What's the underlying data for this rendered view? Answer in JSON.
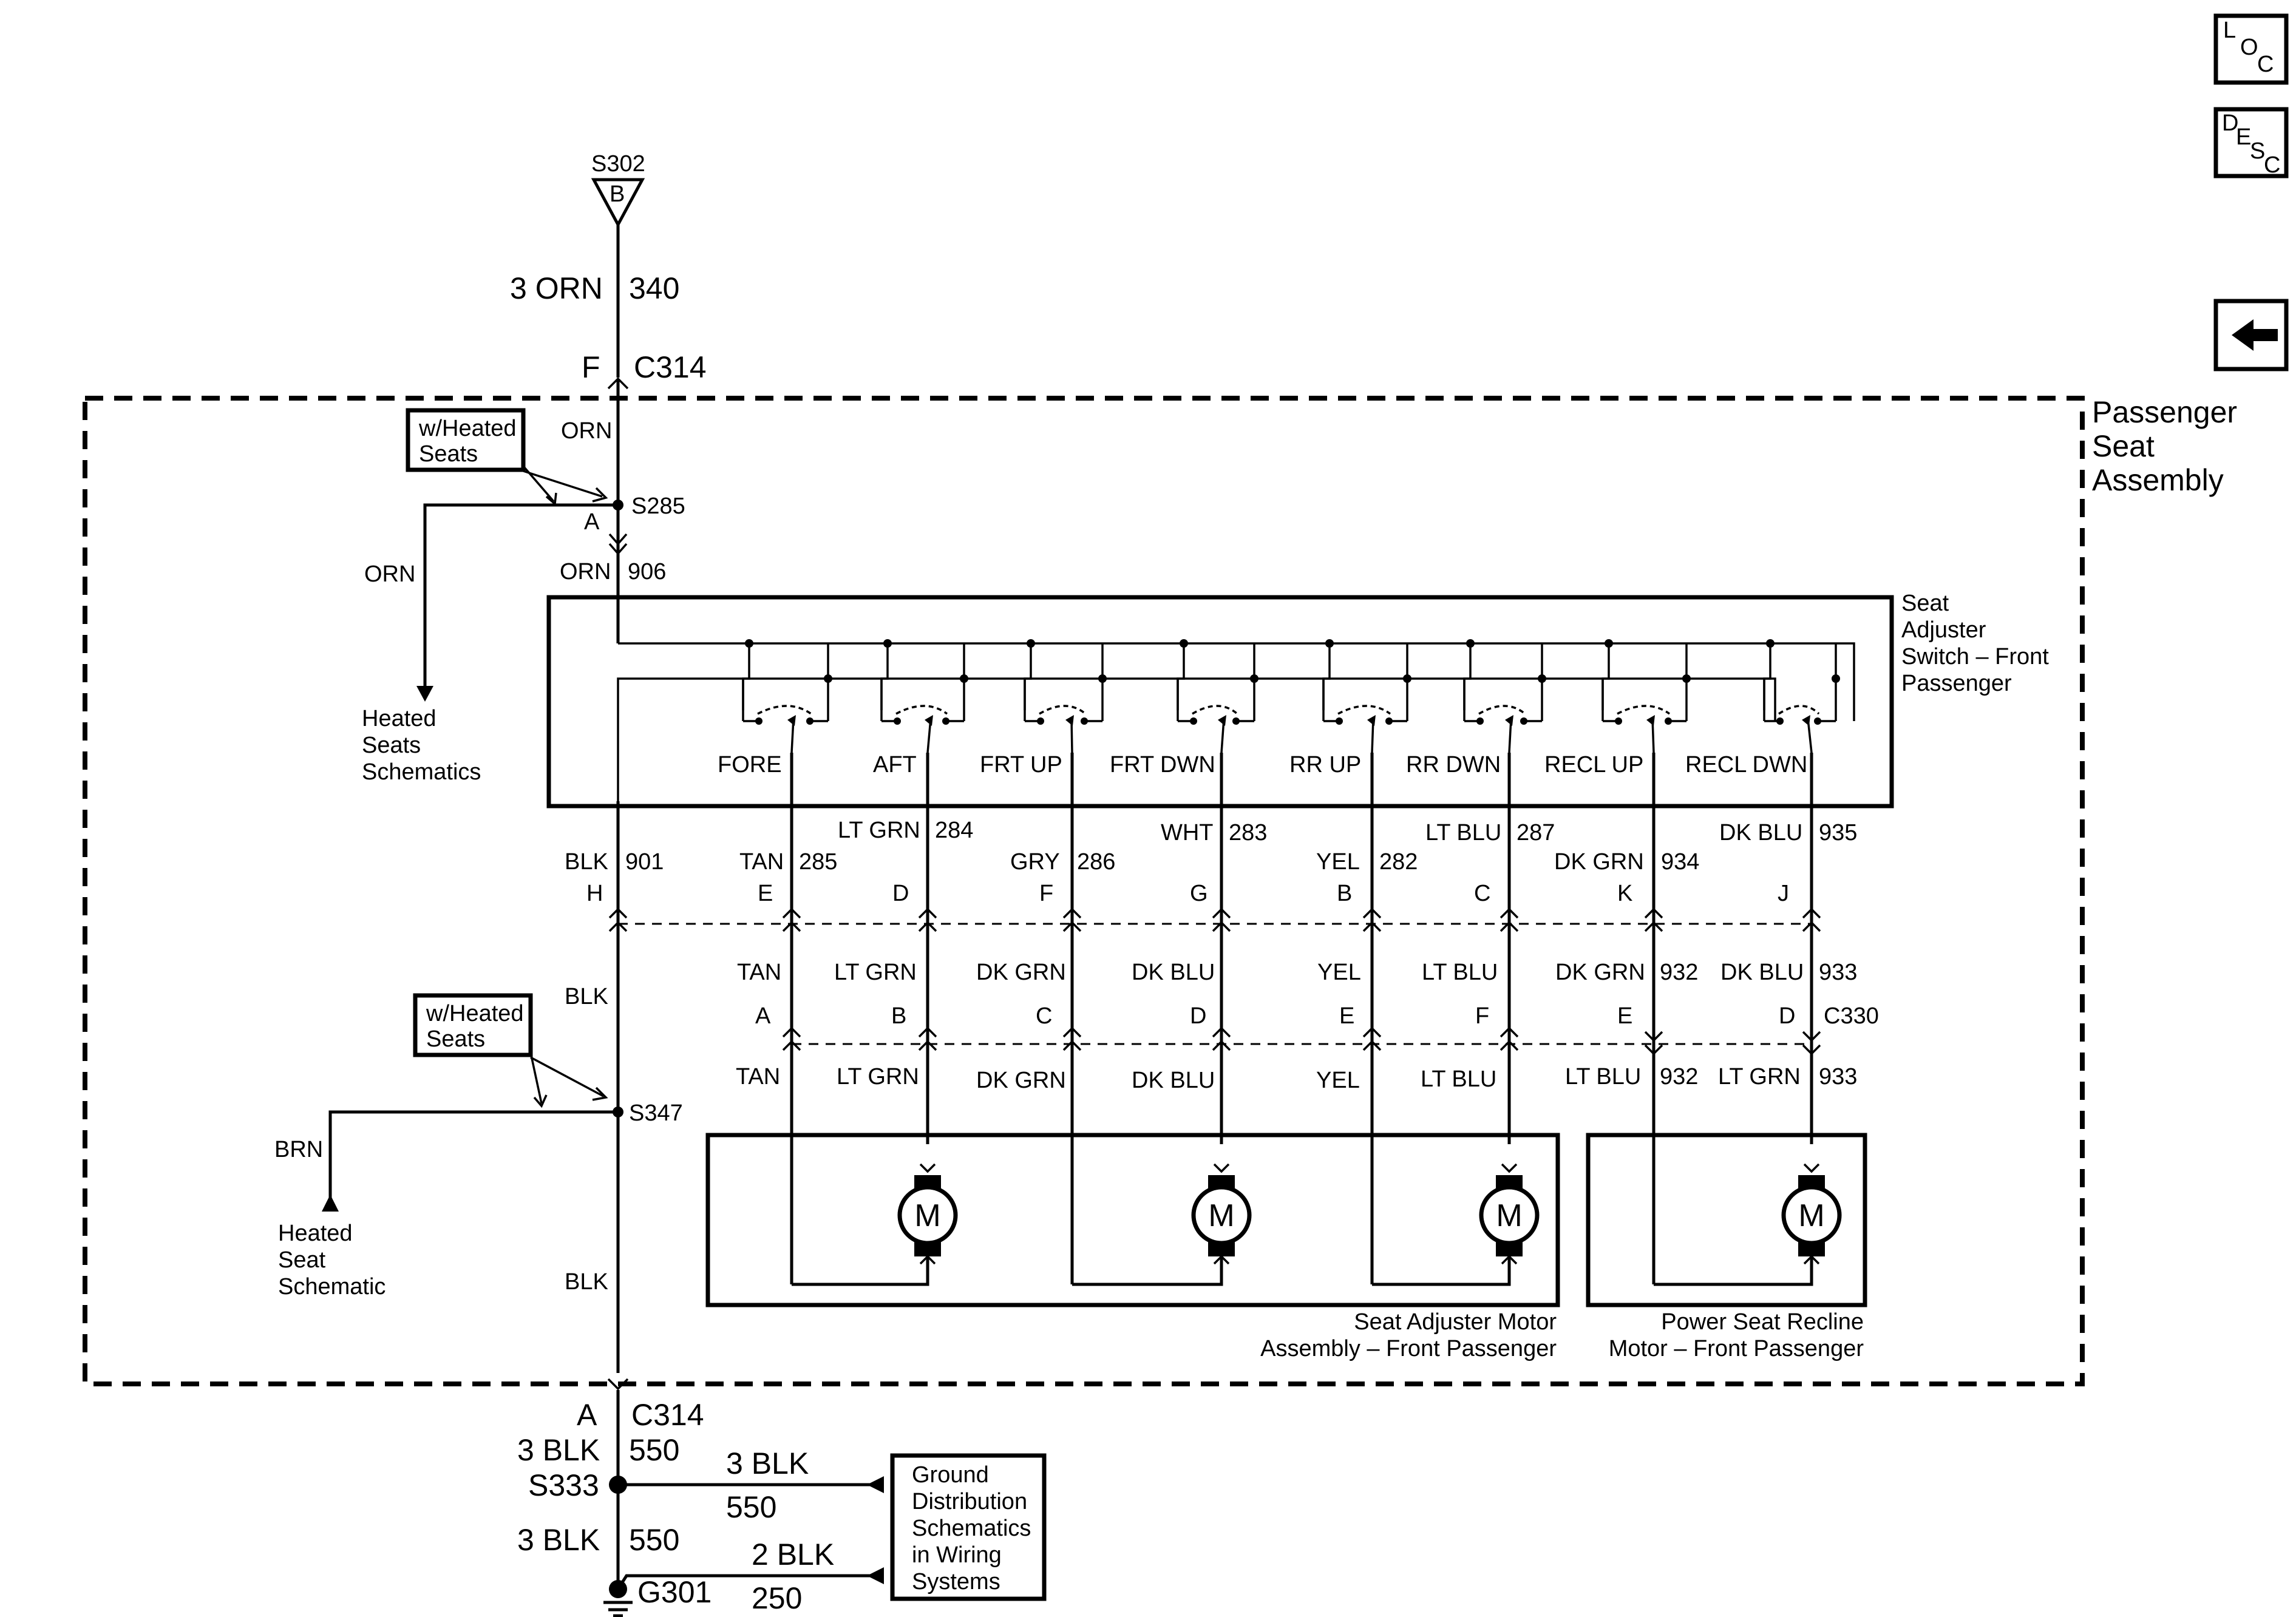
{
  "nav": {
    "loc": {
      "l": "L",
      "o": "O",
      "c": "C"
    },
    "desc": {
      "d": "D",
      "e": "E",
      "s": "S",
      "c": "C"
    },
    "back_icon": "left-arrow-icon"
  },
  "top": {
    "splice": "S302",
    "splice_pin": "B",
    "wire_size_color": "3 ORN",
    "circuit": "340",
    "conn_pin": "F",
    "connector": "C314"
  },
  "assembly_label": [
    "Passenger",
    "Seat",
    "Assembly"
  ],
  "heated_top": {
    "option": [
      "w/Heated",
      "Seats"
    ],
    "wire_color": "ORN",
    "branch_color": "ORN",
    "splice_pin": "A",
    "splice": "S285",
    "below_color": "ORN",
    "below_circuit": "906",
    "target": [
      "Heated",
      "Seats",
      "Schematics"
    ]
  },
  "switch": {
    "title": [
      "Seat",
      "Adjuster",
      "Switch – Front",
      "Passenger"
    ],
    "labels": [
      "FORE",
      "AFT",
      "FRT UP",
      "FRT DWN",
      "RR UP",
      "RR DWN",
      "RECL UP",
      "RECL DWN"
    ]
  },
  "wires_upper": {
    "blk_color": "BLK",
    "blk_circuit": "901",
    "blk_pin": "H",
    "tan_color": "TAN",
    "tan_circuit": "285",
    "tan_pin": "E",
    "ltgrn_color": "LT GRN",
    "ltgrn_circuit": "284",
    "ltgrn_pin": "D",
    "gry_color": "GRY",
    "gry_circuit": "286",
    "gry_pin": "F",
    "wht_color": "WHT",
    "wht_circuit": "283",
    "wht_pin": "G",
    "yel_color": "YEL",
    "yel_circuit": "282",
    "yel_pin": "B",
    "ltblu_color": "LT BLU",
    "ltblu_circuit": "287",
    "ltblu_pin": "C",
    "dkgrn_color": "DK GRN",
    "dkgrn_circuit": "934",
    "dkgrn_pin": "K",
    "dkblu_color": "DK BLU",
    "dkblu_circuit": "935",
    "dkblu_pin": "J"
  },
  "wires_mid": {
    "blk": "BLK",
    "tan": "TAN",
    "tan_pin": "A",
    "ltgrn": "LT GRN",
    "ltgrn_pin": "B",
    "dkgrn": "DK GRN",
    "dkgrn_pin": "C",
    "dkblu": "DK BLU",
    "dkblu_pin": "D",
    "yel": "YEL",
    "yel_pin": "E",
    "ltblu": "LT BLU",
    "ltblu_pin": "F",
    "dkgrn2": "DK GRN",
    "dkgrn2_circuit": "932",
    "dkgrn2_pin": "E",
    "dkblu2": "DK BLU",
    "dkblu2_circuit": "933",
    "dkblu2_pin": "D",
    "connector": "C330"
  },
  "wires_lower": {
    "tan": "TAN",
    "ltgrn": "LT GRN",
    "dkgrn": "DK GRN",
    "dkblu": "DK BLU",
    "yel": "YEL",
    "ltblu": "LT BLU",
    "r_ltblu": "LT BLU",
    "r_ltblu_circuit": "932",
    "r_ltgrn": "LT GRN",
    "r_ltgrn_circuit": "933"
  },
  "heated_bottom": {
    "option": [
      "w/Heated",
      "Seats"
    ],
    "splice": "S347",
    "wire_color": "BRN",
    "target": [
      "Heated",
      "Seat",
      "Schematic"
    ],
    "blk_lower": "BLK"
  },
  "motors": {
    "symbol": "M",
    "adjuster_label": [
      "Seat Adjuster Motor",
      "Assembly – Front Passenger"
    ],
    "recline_label": [
      "Power Seat Recline",
      "Motor – Front Passenger"
    ]
  },
  "bottom": {
    "conn_pin": "A",
    "connector": "C314",
    "wire1": "3 BLK",
    "circuit1": "550",
    "splice": "S333",
    "branch_wire": "3 BLK",
    "branch_circuit": "550",
    "wire2": "3 BLK",
    "circuit2": "550",
    "ground": "G301",
    "ground_wire": "2 BLK",
    "ground_circuit": "250",
    "target": [
      "Ground",
      "Distribution",
      "Schematics",
      "in Wiring",
      "Systems"
    ]
  }
}
